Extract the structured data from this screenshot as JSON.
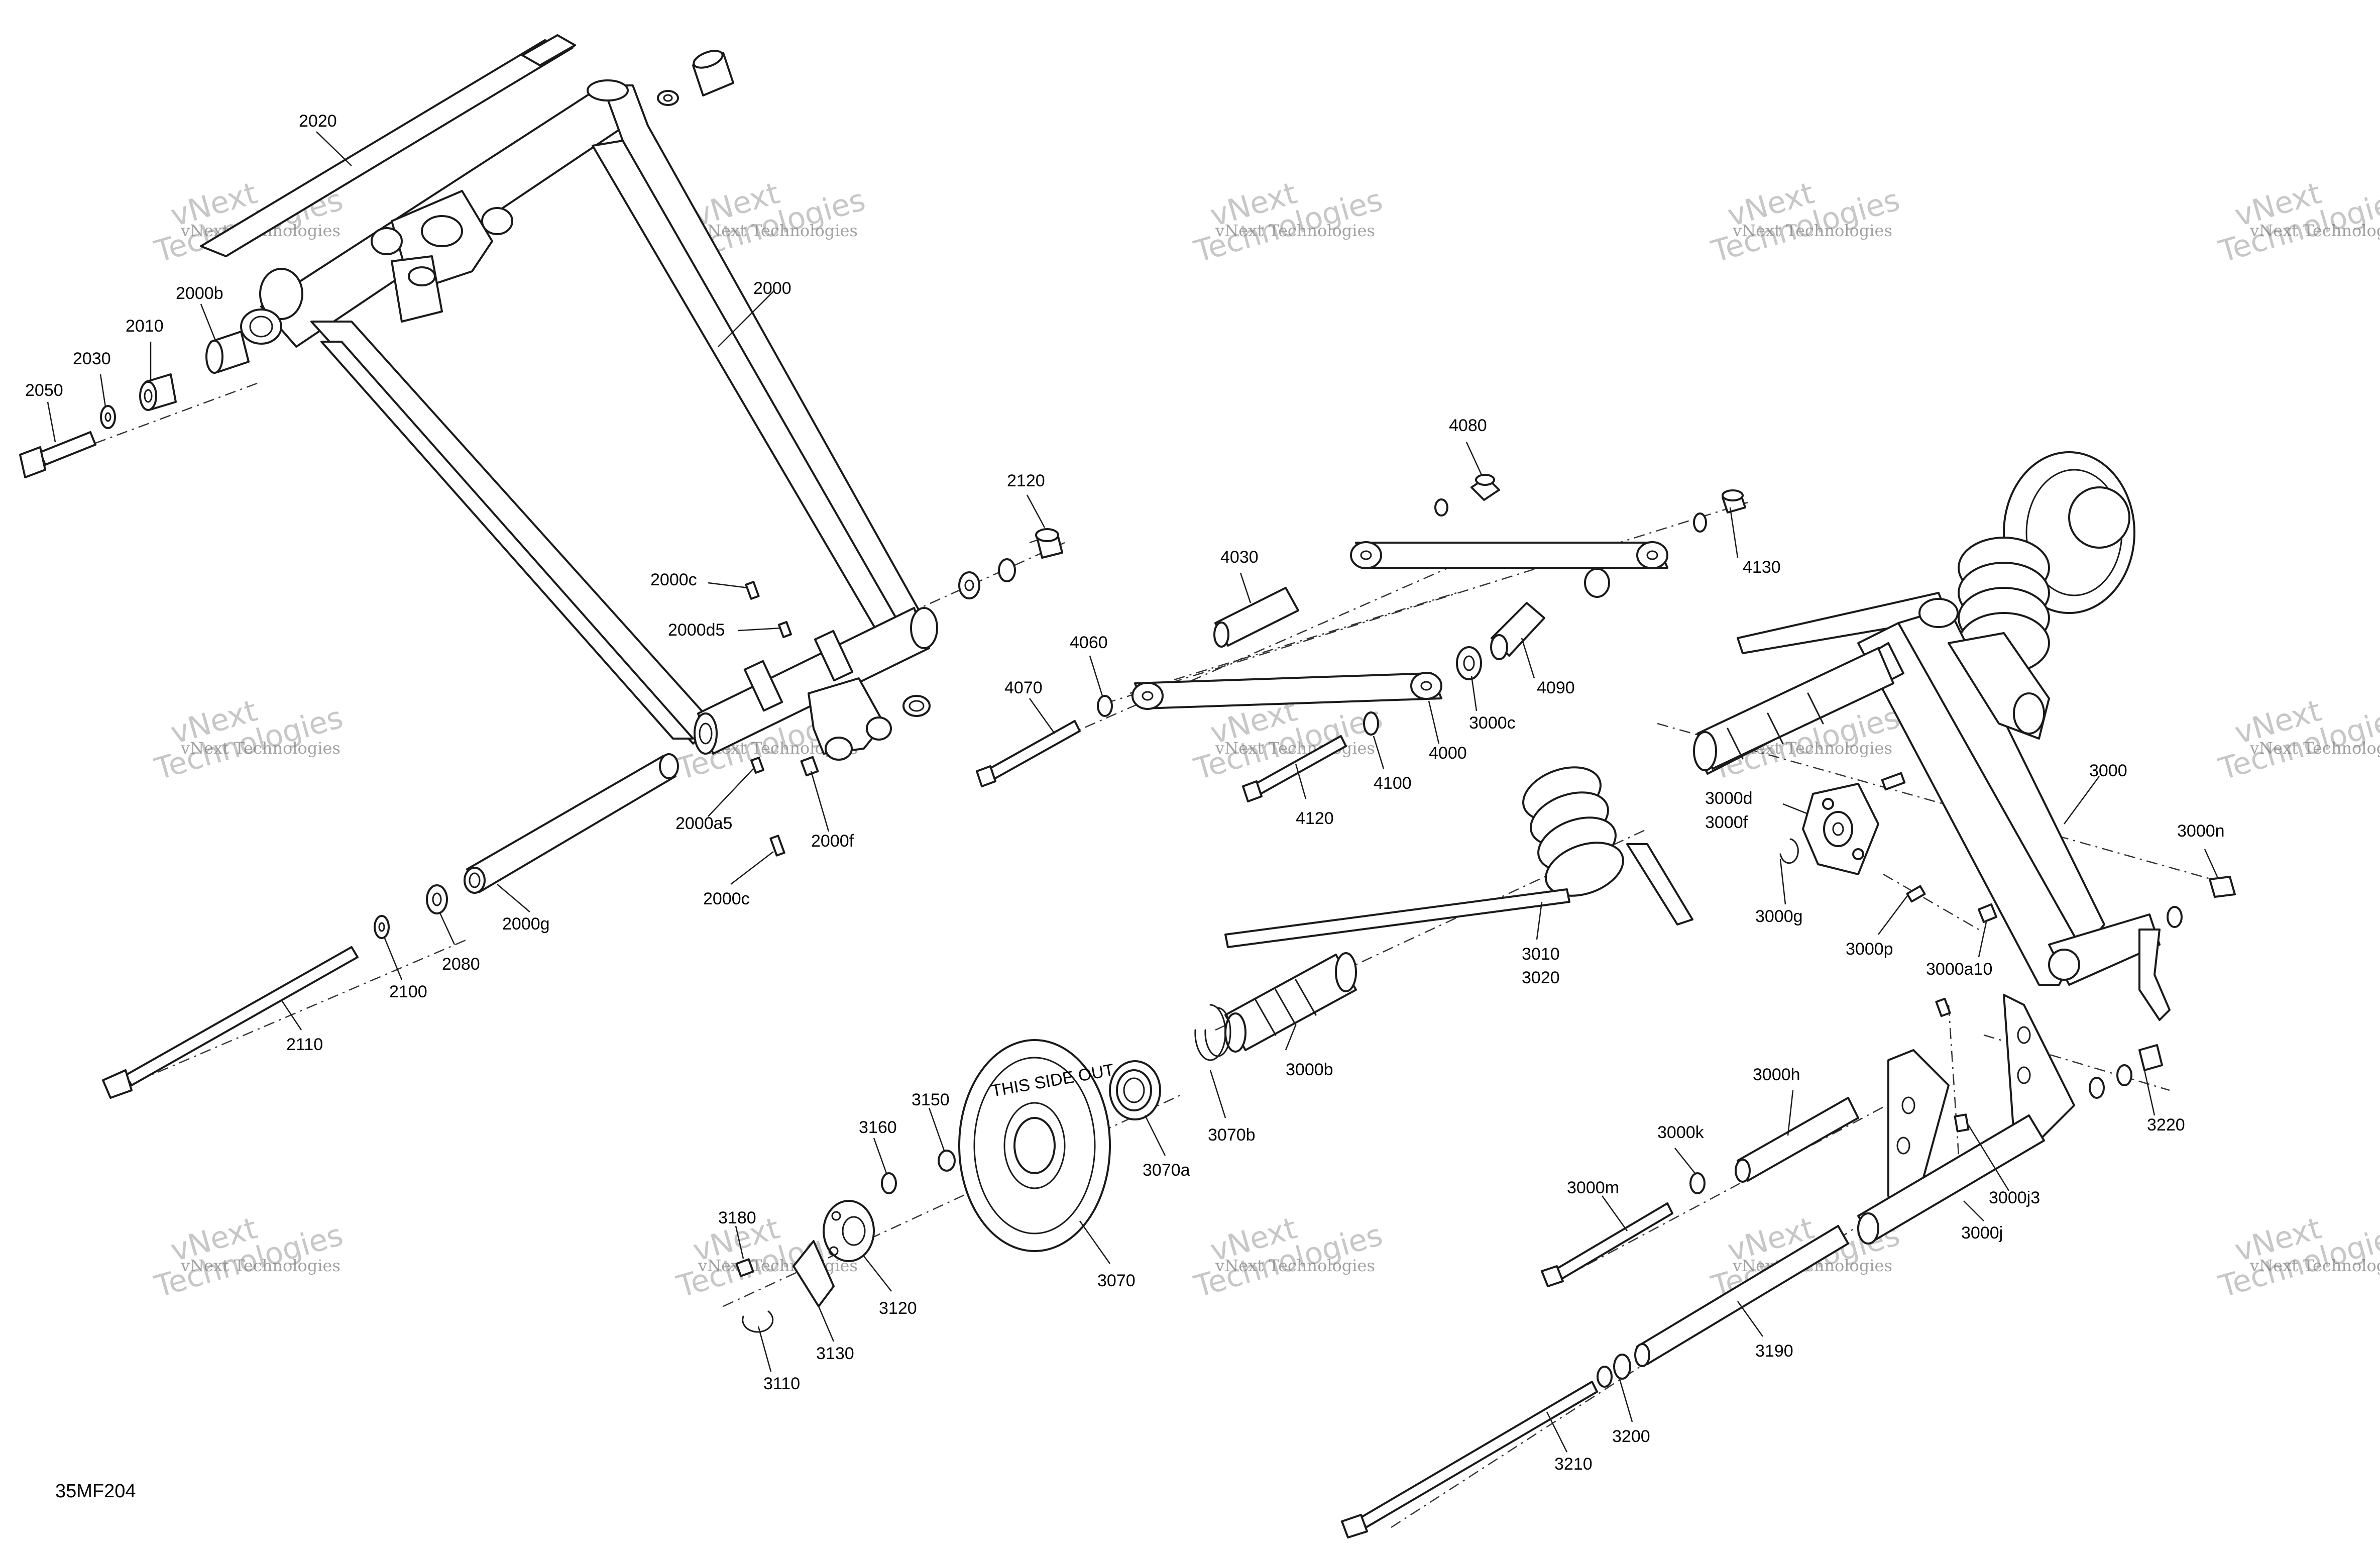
{
  "watermark": {
    "line1": "vNext",
    "line2": "Technologies",
    "small": "vNext Technologies"
  },
  "diagram_code": "35MF204",
  "labels": {
    "p2020": "2020",
    "p2000": "2000",
    "p2000b": "2000b",
    "p2010": "2010",
    "p2030": "2030",
    "p2050": "2050",
    "p2120": "2120",
    "p2000c_top": "2000c",
    "p2000d5": "2000d5",
    "p2000a5": "2000a5",
    "p2000f": "2000f",
    "p2000c_bot": "2000c",
    "p2000g": "2000g",
    "p2080": "2080",
    "p2100": "2100",
    "p2110": "2110",
    "p4080": "4080",
    "p4030": "4030",
    "p4130": "4130",
    "p4060": "4060",
    "p4070": "4070",
    "p4090": "4090",
    "p3000c": "3000c",
    "p4000": "4000",
    "p4100": "4100",
    "p4120": "4120",
    "p3000d": "3000d",
    "p3000f": "3000f",
    "p3000": "3000",
    "p3000n": "3000n",
    "p3000g": "3000g",
    "p3000p": "3000p",
    "p3000a10": "3000a10",
    "p3010": "3010",
    "p3020": "3020",
    "p3000b": "3000b",
    "p3070a": "3070a",
    "p3070b": "3070b",
    "p3150": "3150",
    "p3160": "3160",
    "p3180": "3180",
    "p3070": "3070",
    "p3120": "3120",
    "p3130": "3130",
    "p3110": "3110",
    "p3000h": "3000h",
    "p3000k": "3000k",
    "p3000m": "3000m",
    "p3000j3": "3000j3",
    "p3000j": "3000j",
    "p3220": "3220",
    "p3190": "3190",
    "p3200": "3200",
    "p3210": "3210"
  },
  "wheel_text": "THIS SIDE OUT"
}
